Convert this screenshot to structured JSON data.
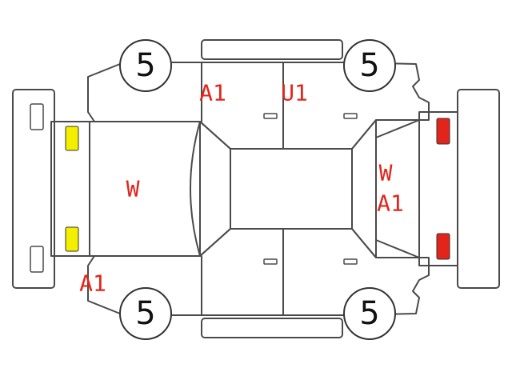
{
  "colors": {
    "code_text": "#e3241b",
    "front_lamp": "#f4ee00",
    "rear_lamp": "#e3241b",
    "outline": "#4a4a4a"
  },
  "tires": {
    "front_left": "5",
    "rear_left": "5",
    "front_right": "5",
    "rear_right": "5"
  },
  "damage_codes": {
    "front_door_top": "A1",
    "rear_door_top": "U1",
    "hood": "W",
    "rear_glass_w": "W",
    "rear_glass_a1": "A1",
    "front_bumper_corner": "A1"
  }
}
